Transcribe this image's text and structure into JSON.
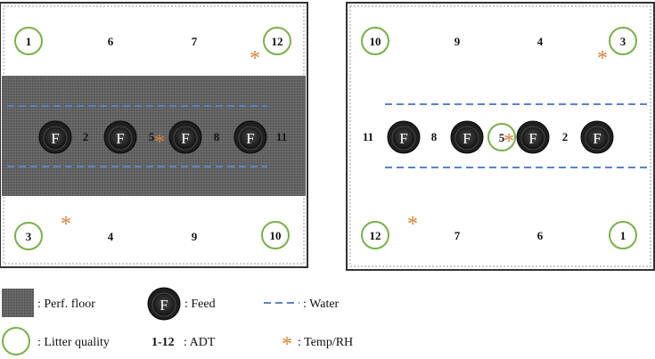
{
  "colors": {
    "ring": "#78b04a",
    "water": "#5b83c4",
    "temp": "#d9823a",
    "floor": "#5c5c5c",
    "feed": "#1f1f1f"
  },
  "icons": {
    "feed": "feed-icon",
    "ring": "litter-quality-icon",
    "temp": "asterisk-icon",
    "water": "dashed-line-icon"
  },
  "pens": [
    {
      "id": "left",
      "perforated_floor": true,
      "ring_numbers": [
        "1",
        "12",
        "3",
        "10"
      ],
      "plain_numbers": [
        "6",
        "7",
        "2",
        "5",
        "8",
        "11",
        "4",
        "9"
      ],
      "feed_label": "F",
      "feeder_count": 4,
      "temp_symbol": "*"
    },
    {
      "id": "right",
      "perforated_floor": false,
      "ring_numbers": [
        "10",
        "3",
        "5",
        "12",
        "1"
      ],
      "plain_numbers": [
        "9",
        "4",
        "11",
        "8",
        "2",
        "7",
        "6"
      ],
      "feed_label": "F",
      "feeder_count": 4,
      "temp_symbol": "*"
    }
  ],
  "legend": {
    "perf_floor": ": Perf. floor",
    "feed_symbol": "F",
    "feed": ": Feed",
    "water": ": Water",
    "litter": ": Litter quality",
    "adt_range": "1-12",
    "adt": ": ADT",
    "temp_symbol": "*",
    "temp": ": Temp/RH"
  }
}
